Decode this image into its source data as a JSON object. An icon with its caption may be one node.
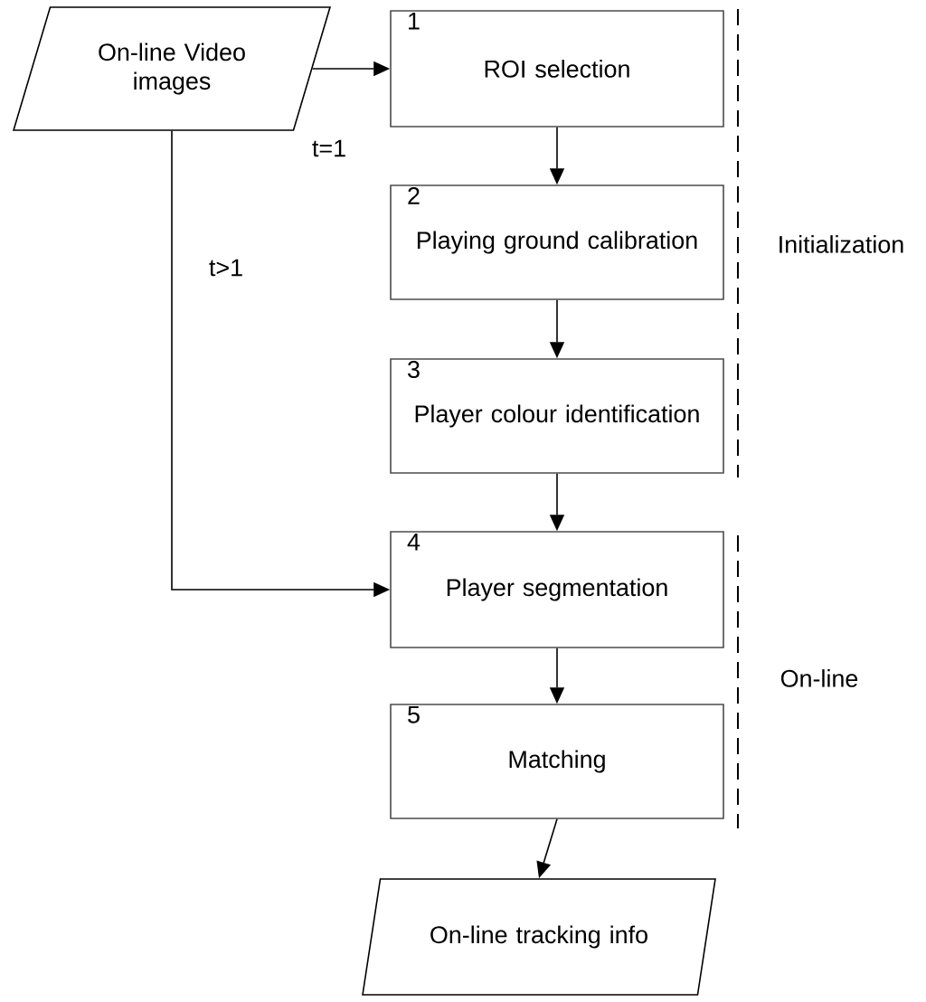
{
  "diagram": {
    "nodes": [
      {
        "text": [
          "On-line Video images"
        ]
      },
      {
        "text": [
          "1",
          "ROI selection"
        ]
      },
      {
        "text": [
          "2",
          "Playing ground calibration"
        ]
      },
      {
        "text": [
          "3",
          "Player colour identification"
        ]
      },
      {
        "text": [
          "4",
          "Player segmentation"
        ]
      },
      {
        "text": [
          "5",
          "Matching"
        ]
      },
      {
        "text": [
          "On-line tracking info"
        ]
      }
    ],
    "edges": [
      {
        "from": 0,
        "to": 1,
        "arrow": "to",
        "label": "t=1"
      },
      {
        "from": 0,
        "to": 4,
        "arrow": "to",
        "label": "t>1"
      },
      {
        "from": 1,
        "to": 2,
        "arrow": "to"
      },
      {
        "from": 2,
        "to": 3,
        "arrow": "to"
      },
      {
        "from": 3,
        "to": 4,
        "arrow": "to"
      },
      {
        "from": 4,
        "to": 5,
        "arrow": "to"
      },
      {
        "from": 5,
        "to": 6,
        "arrow": "to"
      }
    ],
    "labels": [
      "Initialization",
      "On-line"
    ]
  }
}
